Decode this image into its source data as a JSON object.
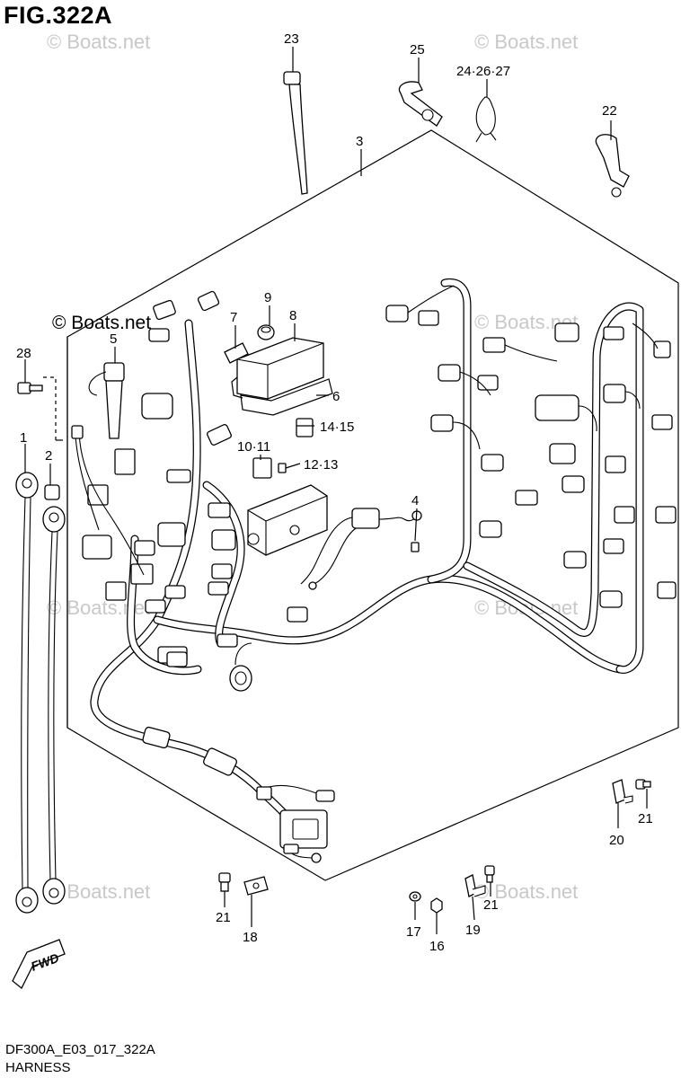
{
  "header": {
    "figure_title": "FIG.322A"
  },
  "footer": {
    "drawing_code": "DF300A_E03_017_322A",
    "caption": "HARNESS"
  },
  "watermarks": {
    "light": "© Boats.net",
    "dark": "© Boats.net"
  },
  "fwd_badge": "FWD",
  "callouts": {
    "p1": "1",
    "p2": "2",
    "p3": "3",
    "p4": "4",
    "p5": "5",
    "p6": "6",
    "p7": "7",
    "p8": "8",
    "p9": "9",
    "p10_11": "10·11",
    "p12_13": "12·13",
    "p14_15": "14·15",
    "p16": "16",
    "p17": "17",
    "p18": "18",
    "p19": "19",
    "p20": "20",
    "p21a": "21",
    "p21b": "21",
    "p21c": "21",
    "p22": "22",
    "p23": "23",
    "p24_26_27": "24·26·27",
    "p25": "25",
    "p28": "28"
  },
  "colors": {
    "ink": "#000000",
    "watermark": "#c8c8c8",
    "paper": "#ffffff"
  }
}
